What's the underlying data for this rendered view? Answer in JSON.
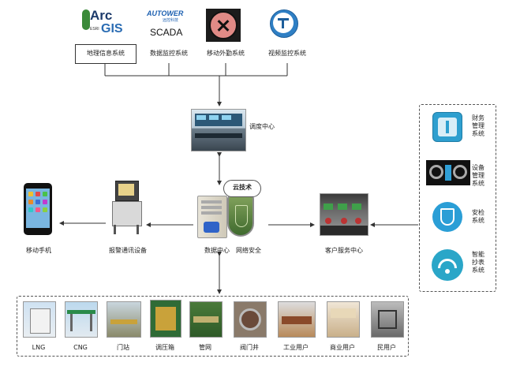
{
  "top_systems": [
    {
      "logo_a": "Arc",
      "logo_b": "GIS",
      "logo_small": "ESRI",
      "label": "地理信息系统"
    },
    {
      "logo_a": "AUTOWER",
      "logo_small": "远控科技",
      "logo_b": "SCADA",
      "label": "数据监控系统"
    },
    {
      "label": "移动外勤系统"
    },
    {
      "label": "视频监控系统"
    }
  ],
  "center": {
    "dispatch": "调度中心",
    "cloud": "云技术",
    "data_center": "数据中心",
    "security": "网络安全",
    "alarm": "报警通讯设备",
    "mobile": "移动手机",
    "customer": "客户服务中心"
  },
  "right_systems": [
    {
      "label": "财务\n管理\n系统"
    },
    {
      "label": "设备\n管理\n系统"
    },
    {
      "label": "安检\n系统"
    },
    {
      "label": "智能\n抄表\n系统"
    }
  ],
  "bottom_items": [
    "LNG",
    "CNG",
    "门站",
    "调压箱",
    "管网",
    "阀门井",
    "工业用户",
    "商业用户",
    "民用户"
  ],
  "colors": {
    "line": "#333333",
    "teal": "#2aa6c8",
    "dark": "#1b1b1b"
  }
}
